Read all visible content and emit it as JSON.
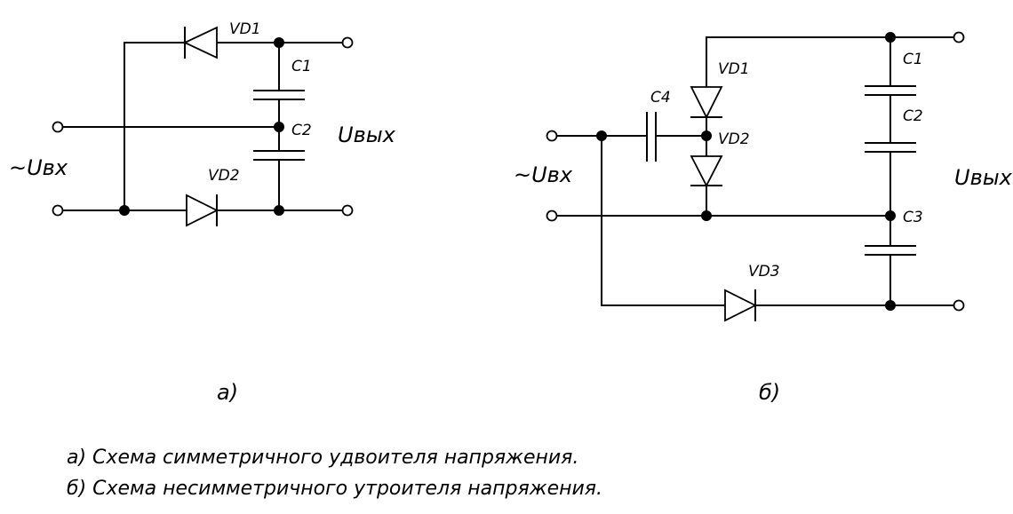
{
  "diagram_a": {
    "labels": {
      "vd1": "VD1",
      "vd2": "VD2",
      "c1": "C1",
      "c2": "C2",
      "uin": "~Uвх",
      "uout": "Uвых"
    },
    "caption": "а)"
  },
  "diagram_b": {
    "labels": {
      "vd1": "VD1",
      "vd2": "VD2",
      "vd3": "VD3",
      "c1": "C1",
      "c2": "C2",
      "c3": "C3",
      "c4": "C4",
      "uin": "~Uвх",
      "uout": "Uвых"
    },
    "caption": "б)"
  },
  "legend": {
    "line1": "а) Схема симметричного удвоителя напряжения.",
    "line2": "б) Схема несимметричного утроителя напряжения."
  }
}
